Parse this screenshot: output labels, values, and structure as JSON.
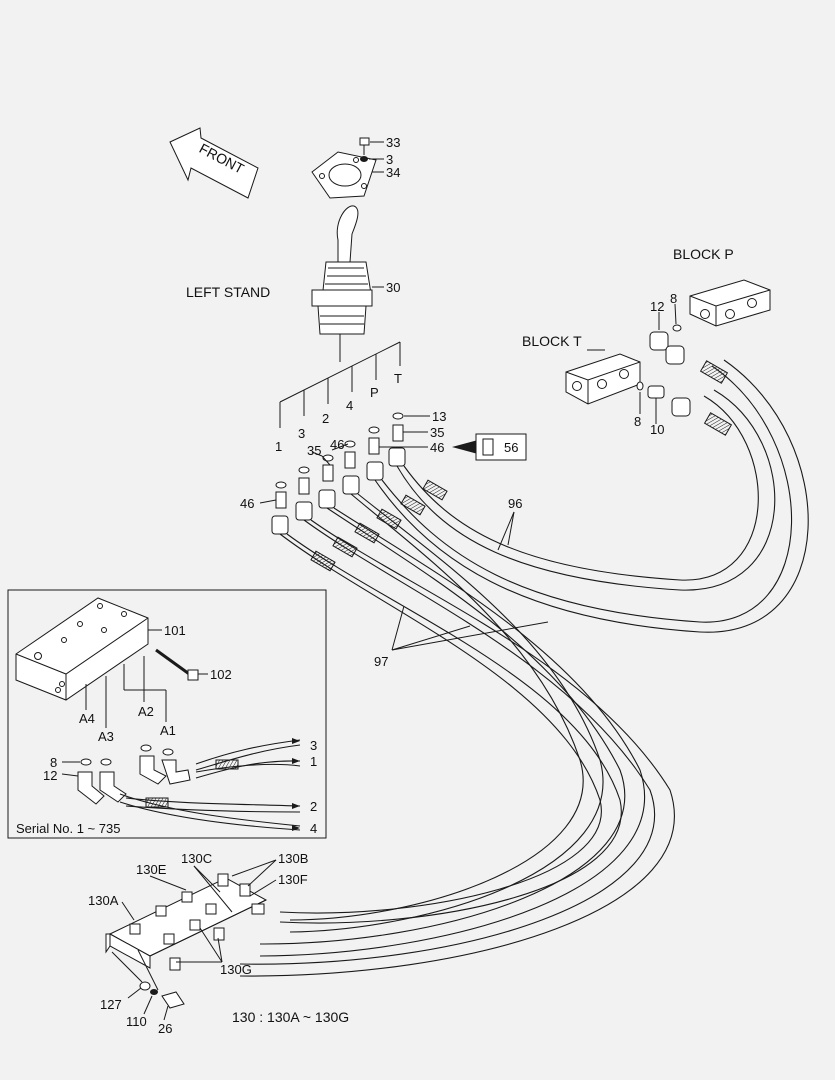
{
  "labels": {
    "front": "FRONT",
    "left_stand": "LEFT STAND",
    "block_p": "BLOCK  P",
    "block_t": "BLOCK  T",
    "serial": "Serial No. 1 ~ 735",
    "range_note": "130 : 130A ~ 130G"
  },
  "ports": {
    "p1": "1",
    "p2": "2",
    "p3": "3",
    "p4": "4",
    "pP": "P",
    "pT": "T"
  },
  "callouts": {
    "c33": "33",
    "c3": "3",
    "c34": "34",
    "c30": "30",
    "c13": "13",
    "c35a": "35",
    "c46a": "46",
    "c56": "56",
    "c35b": "35",
    "c46b": "46",
    "c46c": "46",
    "c12": "12",
    "c8a": "8",
    "c8b": "8",
    "c10": "10",
    "c96": "96",
    "c97": "97",
    "c101": "101",
    "c102": "102",
    "a1": "A1",
    "a2": "A2",
    "a3": "A3",
    "a4": "A4",
    "c8c": "8",
    "c12b": "12",
    "out3": "3",
    "out1": "1",
    "out2": "2",
    "out4": "4",
    "c130c": "130C",
    "c130b": "130B",
    "c130e": "130E",
    "c130f": "130F",
    "c130a": "130A",
    "c130g": "130G",
    "c127": "127",
    "c110": "110",
    "c26": "26"
  },
  "colors": {
    "line": "#1a1a1a",
    "background": "#f2f2f2"
  }
}
